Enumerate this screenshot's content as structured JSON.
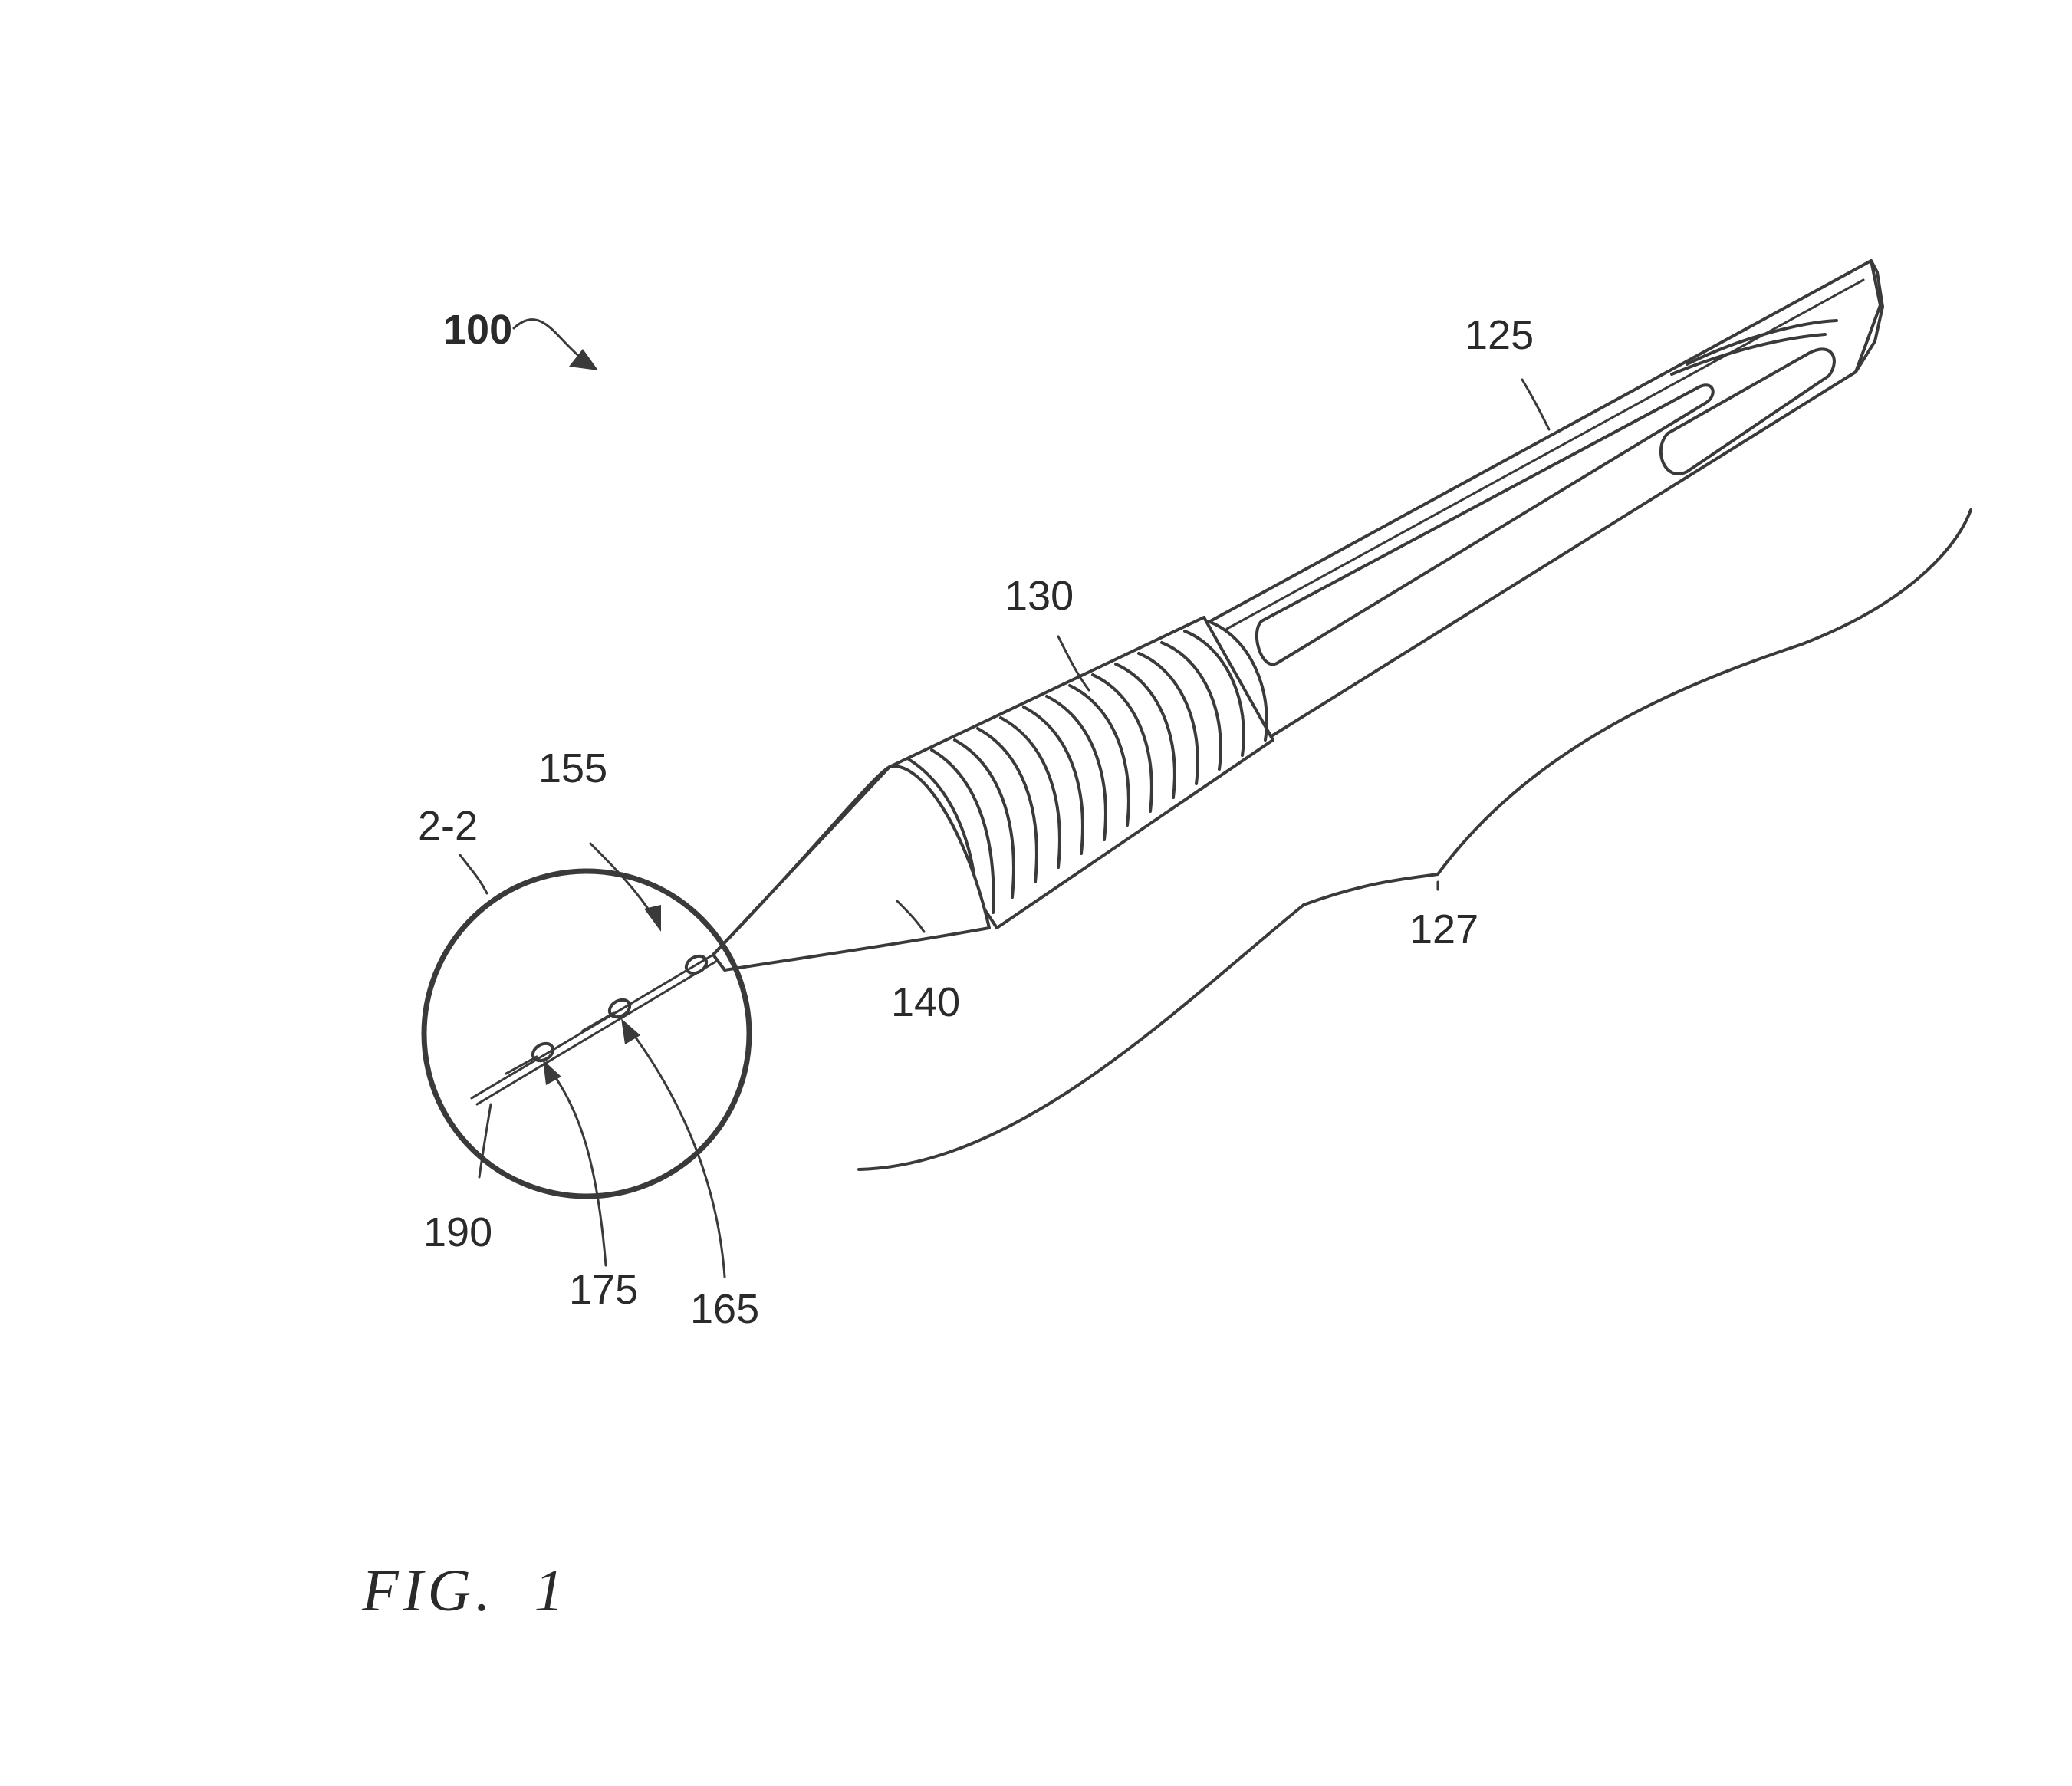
{
  "figure": {
    "caption": "FIG.  1",
    "labels": {
      "device": "100",
      "detail_circle": "2-2",
      "housing": "125",
      "tissue": "127",
      "grip": "130",
      "tapered_tip": "140",
      "probe": "155",
      "electrode_proximal": "165",
      "electrode_distal": "175",
      "needle_tip": "190"
    }
  }
}
